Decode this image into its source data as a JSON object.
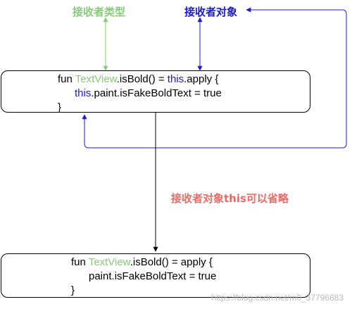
{
  "labels": {
    "receiver_type": "接收者类型",
    "receiver_object": "接收者对象",
    "this_omittable": "接收者对象this可以省略"
  },
  "code_top": {
    "line1": {
      "fun": "fun ",
      "type": "TextView",
      "sig": ".isBold() = ",
      "this": "this",
      "rest": ".apply {"
    },
    "line2": {
      "this": "this",
      "rest": ".paint.isFakeBoldText = true"
    },
    "line3": "}"
  },
  "code_bottom": {
    "line1": {
      "fun": "fun ",
      "type": "TextView",
      "rest": ".isBold() = apply {"
    },
    "line2": "paint.isFakeBoldText = true",
    "line3": "}"
  },
  "watermark": "https://blog.csdn.net/m0_37796683",
  "colors": {
    "type_green": "#89c97a",
    "this_blue": "#1b1bc7",
    "note_red": "#ea6b66",
    "arrow_blue": "#1b1bc7",
    "arrow_green": "#89c97a",
    "arrow_black": "#000000"
  }
}
